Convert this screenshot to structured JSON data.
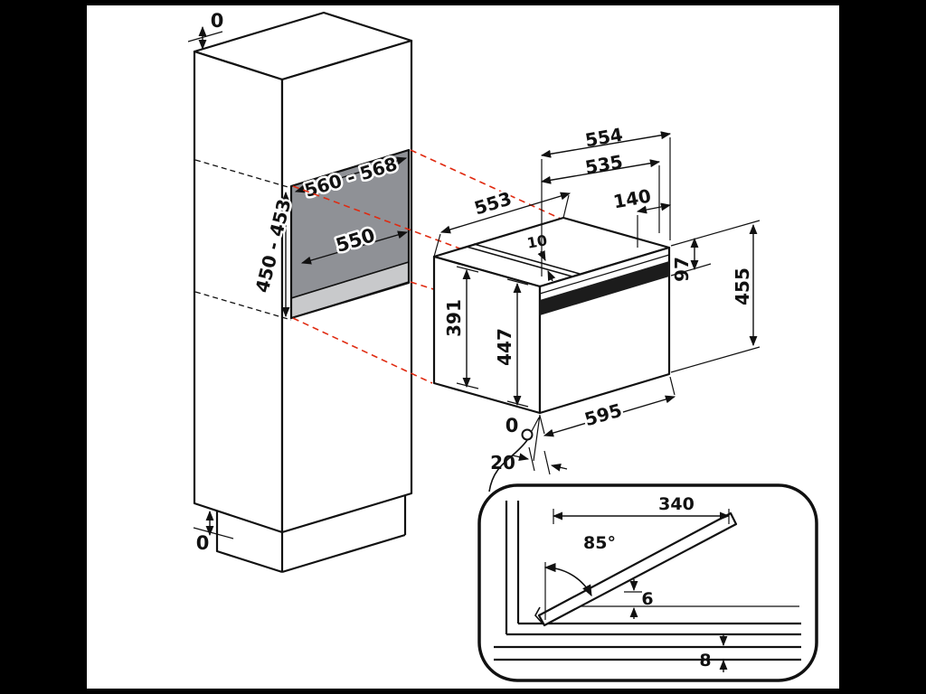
{
  "scene": {
    "background": "#000000",
    "canvas": "#ffffff",
    "line_color": "#111111",
    "projection_color": "#e02a10",
    "niche_back_fill": "#8f9196",
    "niche_floor_fill": "#c8c9cb"
  },
  "cabinet": {
    "top_clearance": "0",
    "bottom_clearance": "0",
    "niche_width": "560 - 568",
    "niche_height": "450 - 453",
    "niche_depth": "550"
  },
  "oven": {
    "top_depth": "553",
    "depth_overall": "554",
    "depth_body": "535",
    "front_section_depth": "140",
    "top_step": "10",
    "control_panel_height": "97",
    "height_overall": "455",
    "body_height": "391",
    "front_height": "447",
    "bottom_ref": "0",
    "width": "595",
    "front_offset": "20"
  },
  "door_detail": {
    "door_length": "340",
    "opening_angle": "85°",
    "top_gap": "6",
    "bottom_gap": "8"
  }
}
